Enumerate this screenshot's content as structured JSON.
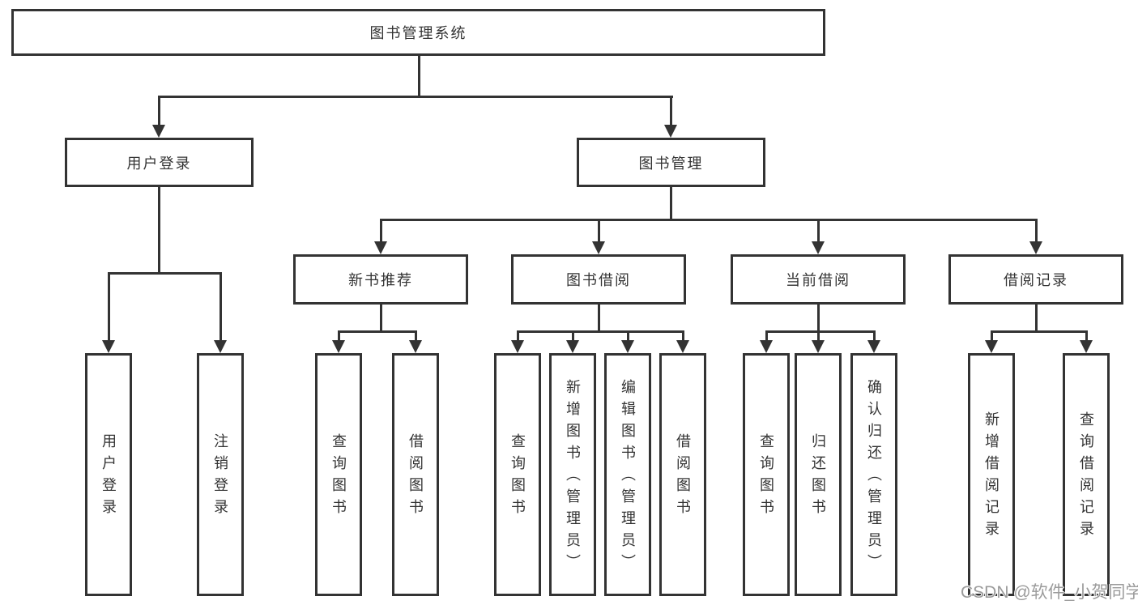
{
  "tree": {
    "root": {
      "label": "图书管理系统"
    },
    "branches": [
      {
        "label": "用户登录",
        "children": [
          {
            "label": "用户登录"
          },
          {
            "label": "注销登录"
          }
        ]
      },
      {
        "label": "图书管理",
        "children": [
          {
            "label": "新书推荐",
            "children": [
              {
                "label": "查询图书"
              },
              {
                "label": "借阅图书"
              }
            ]
          },
          {
            "label": "图书借阅",
            "children": [
              {
                "label": "查询图书"
              },
              {
                "label": "新增图书（管理员）"
              },
              {
                "label": "编辑图书（管理员）"
              },
              {
                "label": "借阅图书"
              }
            ]
          },
          {
            "label": "当前借阅",
            "children": [
              {
                "label": "查询图书"
              },
              {
                "label": "归还图书"
              },
              {
                "label": "确认归还（管理员）"
              }
            ]
          },
          {
            "label": "借阅记录",
            "children": [
              {
                "label": "新增借阅记录"
              },
              {
                "label": "查询借阅记录"
              }
            ]
          }
        ]
      }
    ]
  },
  "watermark": {
    "text": "CSDN @软件_小贺同学",
    "color": "#9b9b9b"
  },
  "colors": {
    "line": "#333333",
    "text": "#333333",
    "background": "#ffffff"
  }
}
